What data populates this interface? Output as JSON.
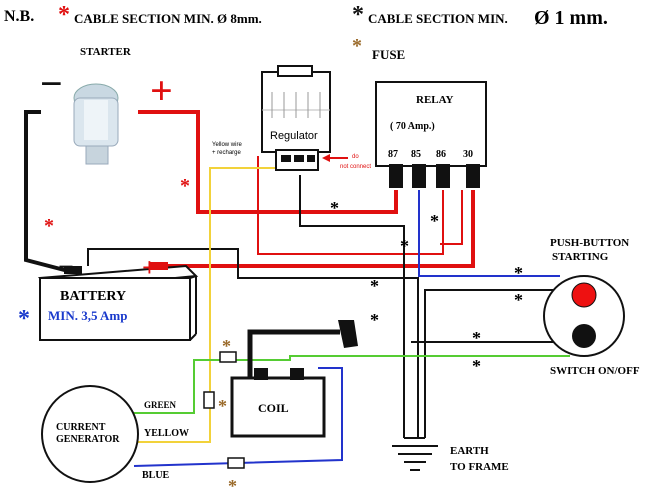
{
  "header": {
    "nb": "N.B.",
    "star_red": "*",
    "note_left": "CABLE SECTION MIN. Ø 8mm.",
    "star_black": "*",
    "note_right_a": "CABLE SECTION MIN.",
    "note_right_b": "Ø 1 mm.",
    "star_fuse": "*",
    "note_fuse": "FUSE"
  },
  "labels": {
    "starter": "STARTER",
    "regulator": "Regulator",
    "yellow_note_1": "Yellow wire",
    "yellow_note_2": "+ recharge",
    "arrow_note_1": "do",
    "arrow_note_2": "not connect",
    "relay": "RELAY",
    "relay_amp": "(    70  Amp.)",
    "pin_87": "87",
    "pin_85": "85",
    "pin_86": "86",
    "pin_30": "30",
    "battery": "BATTERY",
    "battery_min": "MIN. 3,5 Amp",
    "battery_star": "*",
    "coil": "COIL",
    "current_1": "CURRENT",
    "current_2": "GENERATOR",
    "green": "GREEN",
    "yellow": "YELLOW",
    "blue": "BLUE",
    "push_1": "PUSH-BUTTON",
    "push_2": "STARTING",
    "switch": "SWITCH ON/OFF",
    "earth_1": "EARTH",
    "earth_2": "TO FRAME",
    "minus": "−",
    "plus": "+"
  },
  "colors": {
    "red": "#e01010",
    "black": "#111111",
    "yellow": "#f2d23a",
    "green": "#55cc33",
    "blue": "#2233cc",
    "fuse_star": "#9a6a2a",
    "battery_text": "#1a3acc"
  }
}
